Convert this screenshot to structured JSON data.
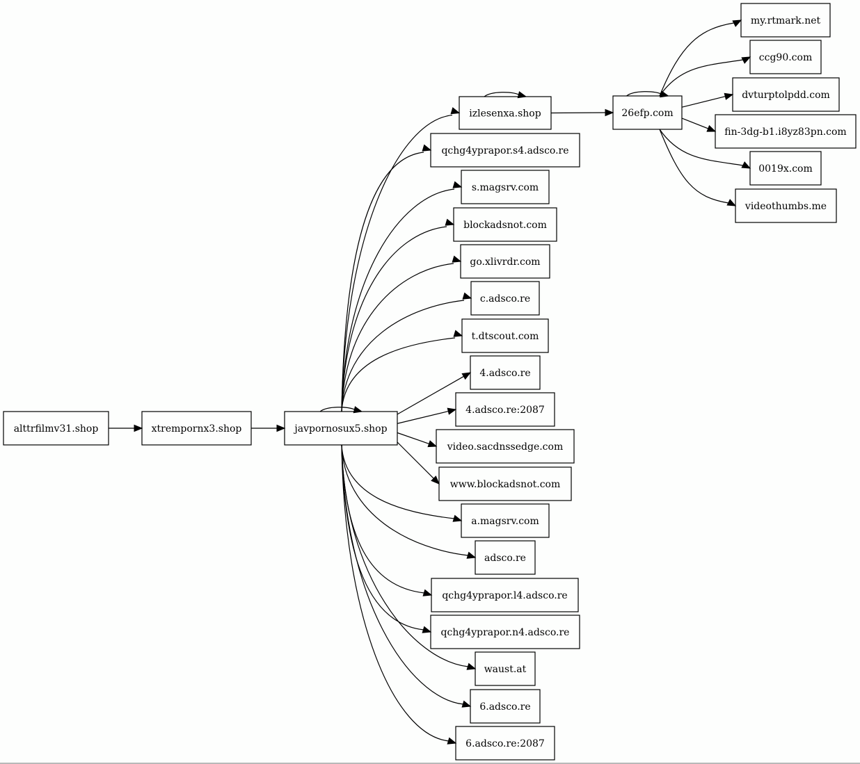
{
  "graph": {
    "nodes": [
      {
        "id": "alttrfilmv31",
        "label": "alttrfilmv31.shop"
      },
      {
        "id": "xtrempornx3",
        "label": "xtrempornx3.shop"
      },
      {
        "id": "javpornosux5",
        "label": "javpornosux5.shop"
      },
      {
        "id": "izlesenxa",
        "label": "izlesenxa.shop"
      },
      {
        "id": "qchg_s4",
        "label": "qchg4yprapor.s4.adsco.re"
      },
      {
        "id": "s_magsrv",
        "label": "s.magsrv.com"
      },
      {
        "id": "blockadsnot",
        "label": "blockadsnot.com"
      },
      {
        "id": "go_xlivrdr",
        "label": "go.xlivrdr.com"
      },
      {
        "id": "c_adsco",
        "label": "c.adsco.re"
      },
      {
        "id": "t_dtscout",
        "label": "t.dtscout.com"
      },
      {
        "id": "four_adsco",
        "label": "4.adsco.re"
      },
      {
        "id": "four_adsco_2087",
        "label": "4.adsco.re:2087"
      },
      {
        "id": "video_sacdn",
        "label": "video.sacdnssedge.com"
      },
      {
        "id": "www_blockadsnot",
        "label": "www.blockadsnot.com"
      },
      {
        "id": "a_magsrv",
        "label": "a.magsrv.com"
      },
      {
        "id": "adsco",
        "label": "adsco.re"
      },
      {
        "id": "qchg_l4",
        "label": "qchg4yprapor.l4.adsco.re"
      },
      {
        "id": "qchg_n4",
        "label": "qchg4yprapor.n4.adsco.re"
      },
      {
        "id": "waust",
        "label": "waust.at"
      },
      {
        "id": "six_adsco",
        "label": "6.adsco.re"
      },
      {
        "id": "six_adsco_2087",
        "label": "6.adsco.re:2087"
      },
      {
        "id": "efp26",
        "label": "26efp.com"
      },
      {
        "id": "my_rtmark",
        "label": "my.rtmark.net"
      },
      {
        "id": "ccg90",
        "label": "ccg90.com"
      },
      {
        "id": "dvturptolpdd",
        "label": "dvturptolpdd.com"
      },
      {
        "id": "fin_3dg",
        "label": "fin-3dg-b1.i8yz83pn.com"
      },
      {
        "id": "x0019",
        "label": "0019x.com"
      },
      {
        "id": "videothumbs",
        "label": "videothumbs.me"
      }
    ],
    "edges": [
      {
        "from": "alttrfilmv31",
        "to": "xtrempornx3"
      },
      {
        "from": "xtrempornx3",
        "to": "javpornosux5"
      },
      {
        "from": "javpornosux5",
        "to": "javpornosux5"
      },
      {
        "from": "javpornosux5",
        "to": "izlesenxa"
      },
      {
        "from": "javpornosux5",
        "to": "qchg_s4"
      },
      {
        "from": "javpornosux5",
        "to": "s_magsrv"
      },
      {
        "from": "javpornosux5",
        "to": "blockadsnot"
      },
      {
        "from": "javpornosux5",
        "to": "go_xlivrdr"
      },
      {
        "from": "javpornosux5",
        "to": "c_adsco"
      },
      {
        "from": "javpornosux5",
        "to": "t_dtscout"
      },
      {
        "from": "javpornosux5",
        "to": "four_adsco"
      },
      {
        "from": "javpornosux5",
        "to": "four_adsco_2087"
      },
      {
        "from": "javpornosux5",
        "to": "video_sacdn"
      },
      {
        "from": "javpornosux5",
        "to": "www_blockadsnot"
      },
      {
        "from": "javpornosux5",
        "to": "a_magsrv"
      },
      {
        "from": "javpornosux5",
        "to": "adsco"
      },
      {
        "from": "javpornosux5",
        "to": "qchg_l4"
      },
      {
        "from": "javpornosux5",
        "to": "qchg_n4"
      },
      {
        "from": "javpornosux5",
        "to": "waust"
      },
      {
        "from": "javpornosux5",
        "to": "six_adsco"
      },
      {
        "from": "javpornosux5",
        "to": "six_adsco_2087"
      },
      {
        "from": "izlesenxa",
        "to": "izlesenxa"
      },
      {
        "from": "izlesenxa",
        "to": "efp26"
      },
      {
        "from": "efp26",
        "to": "efp26"
      },
      {
        "from": "efp26",
        "to": "my_rtmark"
      },
      {
        "from": "efp26",
        "to": "ccg90"
      },
      {
        "from": "efp26",
        "to": "dvturptolpdd"
      },
      {
        "from": "efp26",
        "to": "fin_3dg"
      },
      {
        "from": "efp26",
        "to": "x0019"
      },
      {
        "from": "efp26",
        "to": "videothumbs"
      }
    ]
  }
}
